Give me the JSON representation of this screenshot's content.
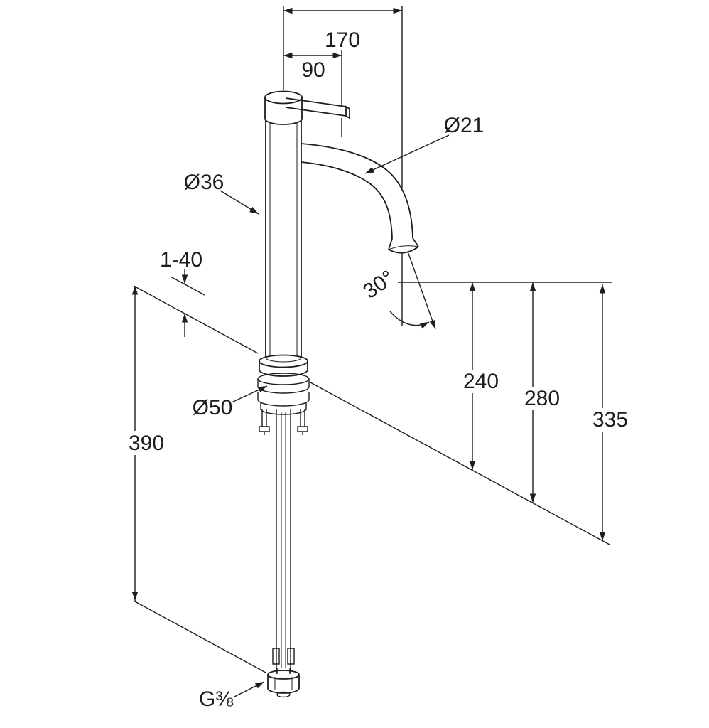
{
  "drawing": {
    "subject": "Tall single-lever basin mixer tap - dimensional technical drawing",
    "background": "#ffffff",
    "line_color": "#1d1d1b",
    "labels": {
      "width_total": "170",
      "width_handle": "90",
      "spout_diameter": "Ø21",
      "body_diameter": "Ø36",
      "deck_thickness": "1-40",
      "base_diameter": "Ø50",
      "below_deck_length": "390",
      "spout_height": "240",
      "mid_height": "280",
      "total_height": "335",
      "spout_angle": "30°",
      "thread_size": "G⅜"
    }
  }
}
